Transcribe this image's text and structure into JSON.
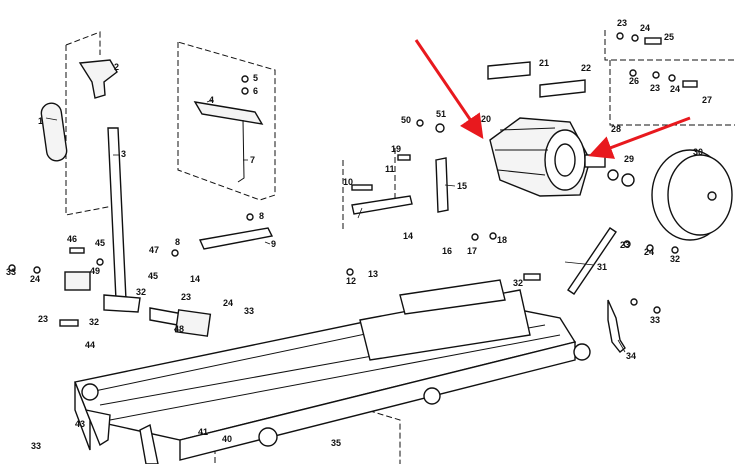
{
  "callouts": [
    "1",
    "2",
    "3",
    "4",
    "5",
    "6",
    "7",
    "8",
    "8",
    "9",
    "10",
    "11",
    "12",
    "13",
    "14",
    "14",
    "15",
    "16",
    "17",
    "18",
    "19",
    "20",
    "21",
    "22",
    "23",
    "23",
    "23",
    "23",
    "23",
    "24",
    "24",
    "24",
    "24",
    "24",
    "25",
    "26",
    "27",
    "28",
    "29",
    "30",
    "31",
    "32",
    "32",
    "32",
    "32",
    "33",
    "33",
    "33",
    "33",
    "34",
    "35",
    "40",
    "41",
    "43",
    "44",
    "45",
    "45",
    "46",
    "47",
    "48",
    "49",
    "50",
    "51"
  ],
  "annotation_colors": {
    "arrow": "#e8191e",
    "line_art": "#111111"
  }
}
